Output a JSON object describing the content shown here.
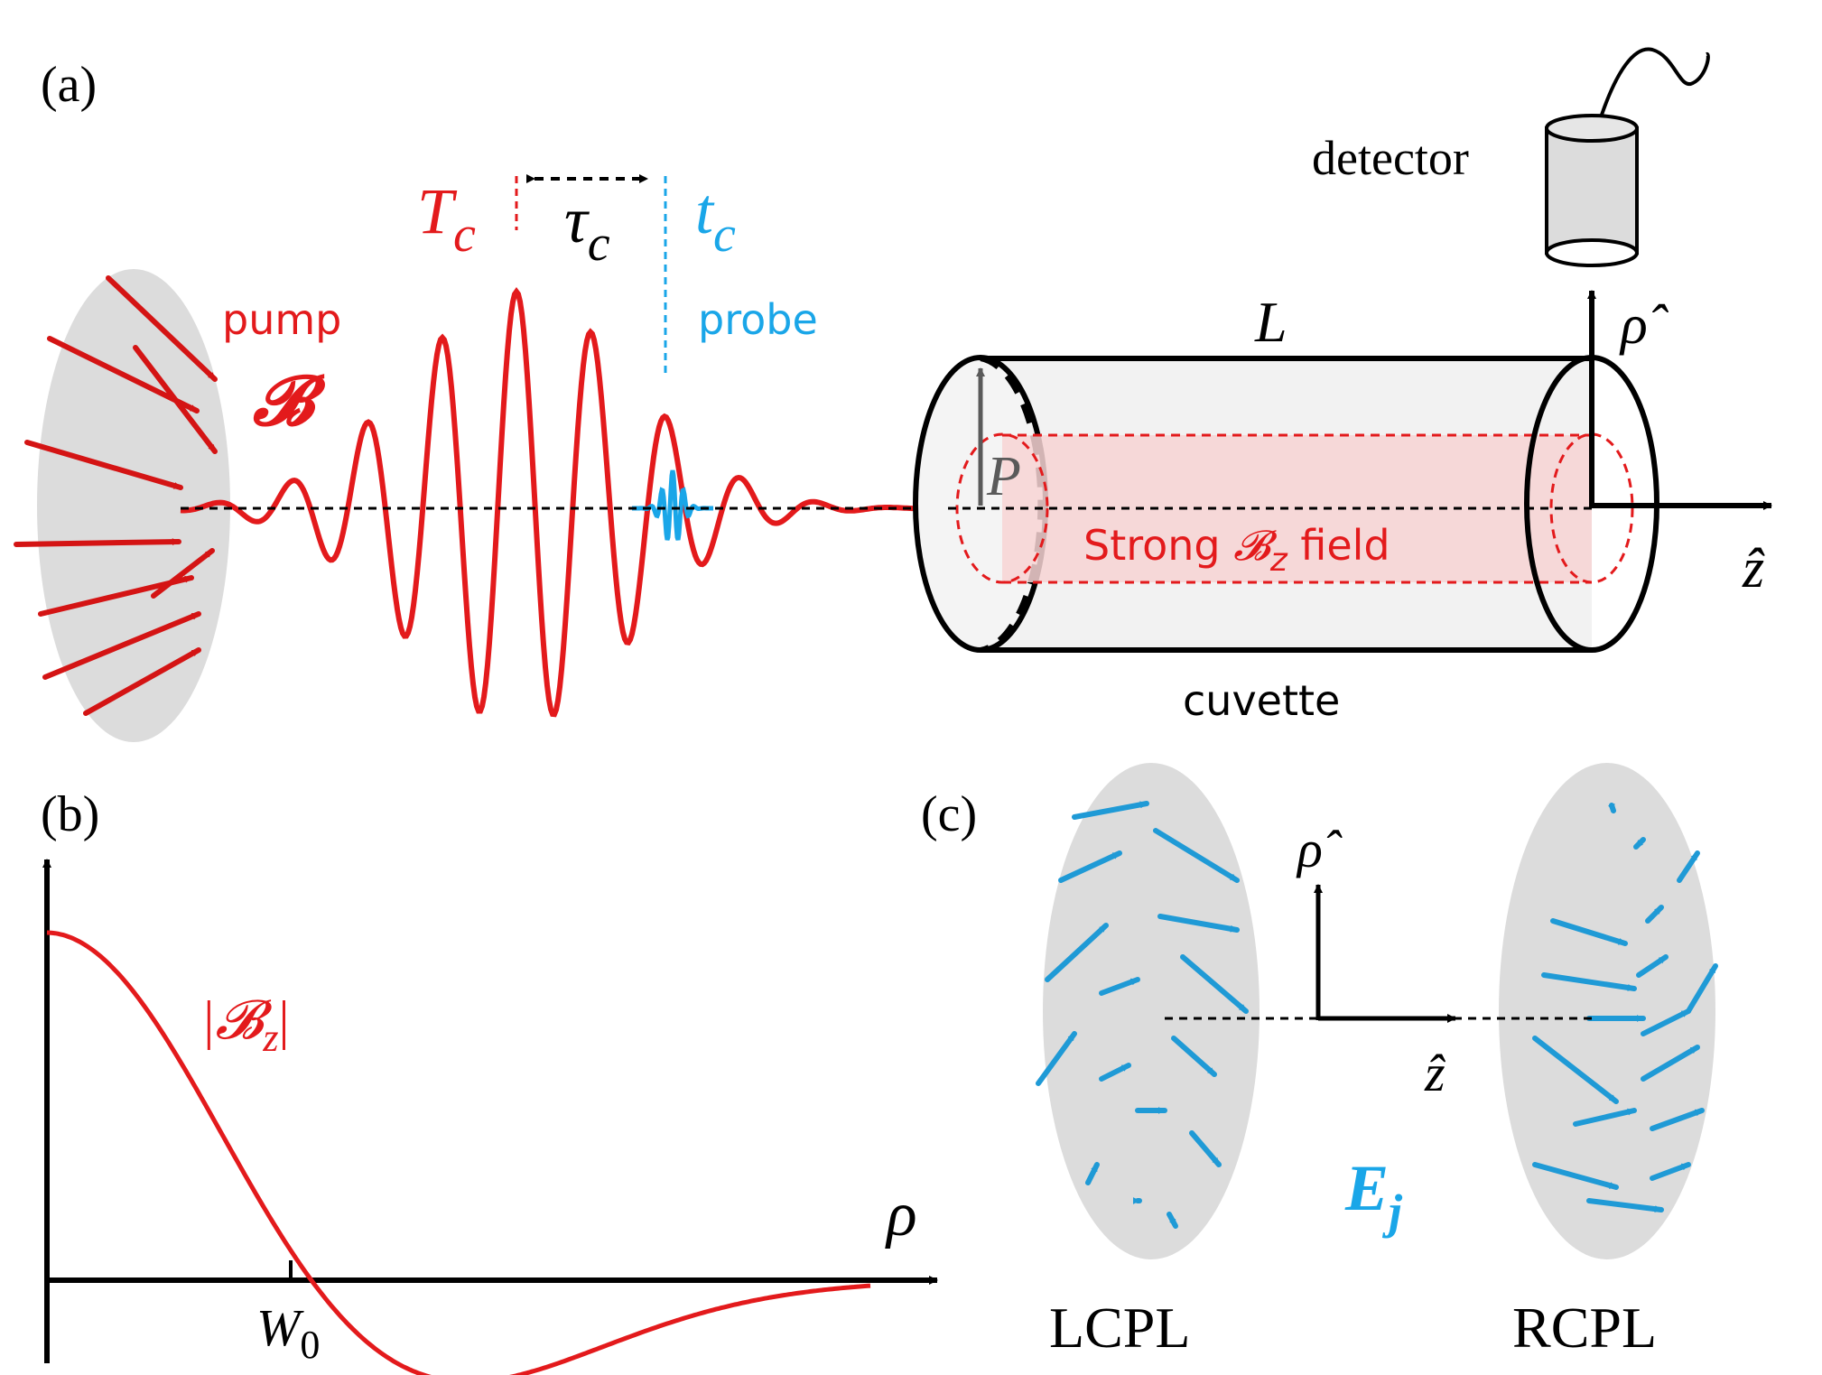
{
  "colors": {
    "pump": "#e31a1c",
    "probe": "#1aa6e8",
    "black": "#000000",
    "gray": "#5a5a5a",
    "ellipse": "#dcdcdc",
    "tube_fill": "#f2f2f2",
    "field_fill": "#f7d4d4"
  },
  "panel_a": {
    "label": "(a)",
    "pump_label": "pump",
    "pump_symbol": "𝓑",
    "Tc_main": "T",
    "Tc_sub": "c",
    "tau_main": "τ",
    "tau_sub": "c",
    "tc_main": "t",
    "tc_sub": "c",
    "probe_label": "probe",
    "L_label": "L",
    "P_label": "P",
    "field_text_a": "Strong ",
    "field_text_b": "𝓑",
    "field_text_c": "z",
    "field_text_d": " field",
    "cuvette_label": "cuvette",
    "detector_label": "detector",
    "rho_axis": "ρ̂",
    "z_axis": "ẑ"
  },
  "panel_b": {
    "label": "(b)",
    "curve_label": "|𝓑",
    "curve_label_sub": "z",
    "curve_label_end": "|",
    "x_axis_label": "ρ",
    "tick_main": "W",
    "tick_sub": "0"
  },
  "panel_c": {
    "label": "(c)",
    "rho_axis": "ρ̂",
    "z_axis": "ẑ",
    "field_main": "E",
    "field_sub": "j",
    "left_label": "LCPL",
    "right_label": "RCPL"
  }
}
